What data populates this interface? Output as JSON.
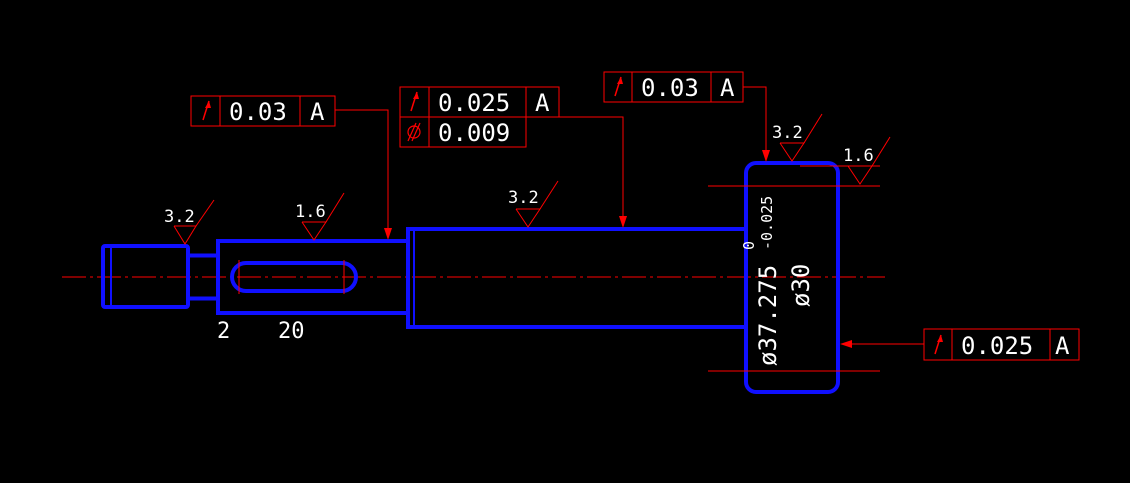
{
  "colors": {
    "background": "#000000",
    "part_outline": "#1010ff",
    "annotation": "#ff0000",
    "text": "#ffffff"
  },
  "feature_control_frames": [
    {
      "symbol": "runout-icon",
      "tolerance": "0.03",
      "datum": "A"
    },
    {
      "symbol": "runout-icon",
      "tolerance": "0.025",
      "datum": "A",
      "second_symbol": "cylindricity-icon",
      "second_tolerance": "0.009"
    },
    {
      "symbol": "runout-icon",
      "tolerance": "0.03",
      "datum": "A"
    },
    {
      "symbol": "runout-icon",
      "tolerance": "0.025",
      "datum": "A"
    }
  ],
  "roughness": [
    "3.2",
    "1.6",
    "3.2",
    "3.2",
    "1.6"
  ],
  "dimensions": {
    "groove_width": "2",
    "keyway_length": "20",
    "shaft_diameter": "ø37.275",
    "upper_deviation": "0",
    "lower_deviation": "-0.025",
    "flange_diameter": "ø30"
  }
}
